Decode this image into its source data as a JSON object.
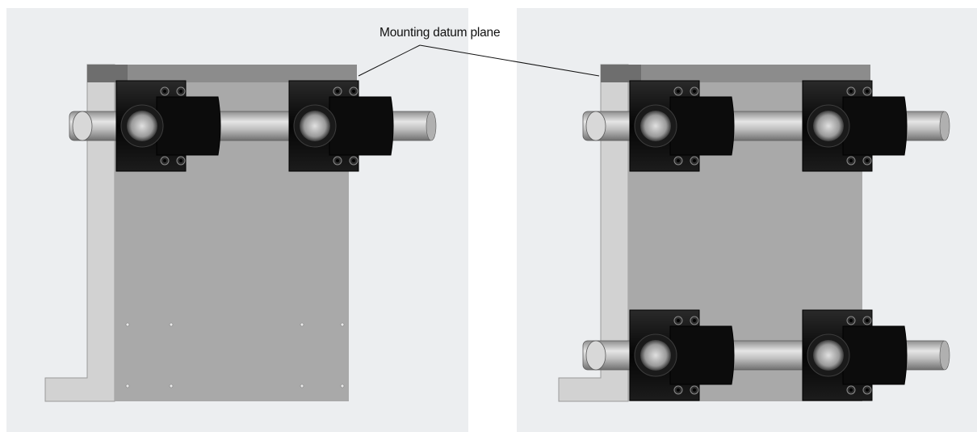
{
  "callout": {
    "text": "Mounting datum plane"
  },
  "views": [
    {
      "id": "single-rail",
      "block_rows": 1
    },
    {
      "id": "double-rail",
      "block_rows": 2
    }
  ],
  "colors": {
    "panel": "#eceef0",
    "plate": "#a9a9a9",
    "datum_edge": "#8c8c8c",
    "bracket": "#d2d2d2",
    "block": "#0f0f0f",
    "shaft": "#c4c4c4",
    "callout_line": "#111111"
  }
}
